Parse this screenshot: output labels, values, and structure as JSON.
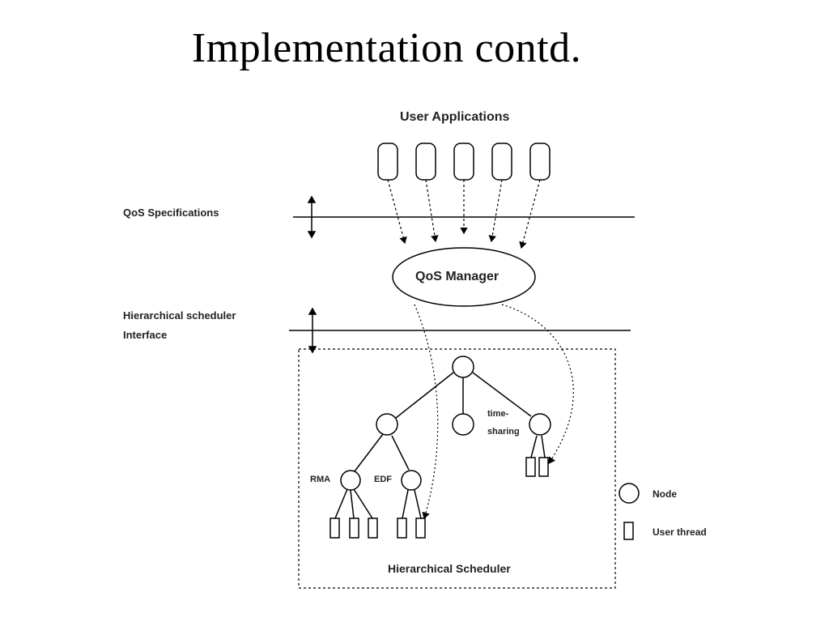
{
  "slide": {
    "title": "Implementation contd."
  },
  "diagram": {
    "user_applications_label": "User Applications",
    "qos_specifications_label": "QoS Specifications",
    "hierarchical_interface_line1": "Hierarchical scheduler",
    "hierarchical_interface_line2": "Interface",
    "qos_manager_label": "QoS Manager",
    "timesharing_line1": "time-",
    "timesharing_line2": "sharing",
    "rma_label": "RMA",
    "edf_label": "EDF",
    "hierarchical_scheduler_label": "Hierarchical Scheduler"
  },
  "legend": {
    "node_label": "Node",
    "user_thread_label": "User thread"
  }
}
